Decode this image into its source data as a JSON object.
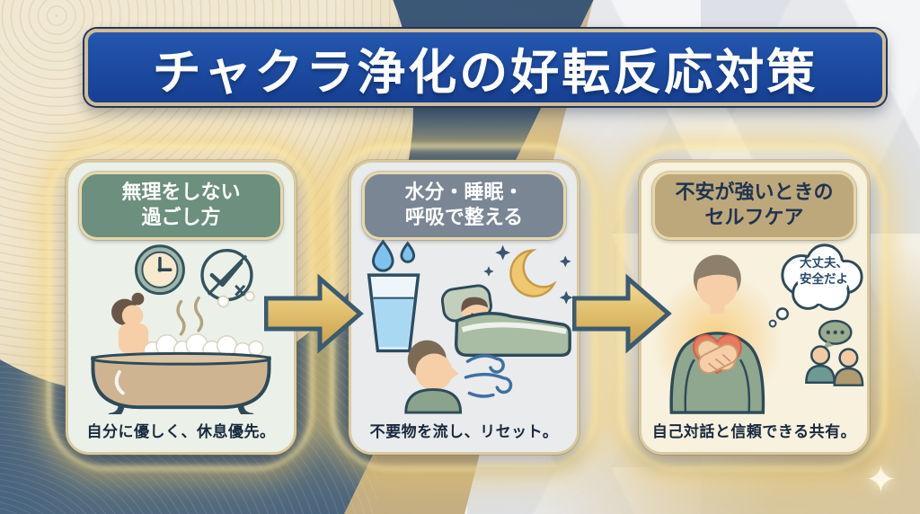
{
  "title": {
    "text": "チャクラ浄化の好転反応対策"
  },
  "cards": [
    {
      "header_line1": "無理をしない",
      "header_line2": "過ごし方",
      "caption": "自分に優しく、休息優先。",
      "icons": [
        "clock-icon",
        "check-x-icon",
        "steam-icon",
        "bath-woman-icon"
      ]
    },
    {
      "header_line1": "水分・睡眠・",
      "header_line2": "呼吸で整える",
      "caption": "不要物を流し、リセット。",
      "icons": [
        "water-drop-icon",
        "water-glass-icon",
        "sleeping-person-icon",
        "moon-icon",
        "stars-icon",
        "breathing-person-icon",
        "wind-icon"
      ]
    },
    {
      "header_line1": "不安が強いときの",
      "header_line2": "セルフケア",
      "caption": "自己対話と信頼できる共有。",
      "thought_bubble": {
        "line1": "大丈夫、",
        "line2": "安全だよ"
      },
      "icons": [
        "self-soothe-person-icon",
        "glowing-heart-icon",
        "thought-bubble-icon",
        "people-pair-icon",
        "speech-bubble-icon"
      ]
    }
  ],
  "decor": {
    "sparkle": "✦"
  },
  "colors": {
    "banner_blue": "#1c4aa0",
    "banner_border": "#cfbe96",
    "navy_background": "#3f5b7c",
    "tan_band": "#c6b28c",
    "cream_corner": "#ede3cc",
    "light_gray": "#e6e8ec",
    "gold_glow": "#f3ce6e",
    "header_sage": "#6d8f7e",
    "header_slate": "#7b8694",
    "header_tan": "#bda87c",
    "card1_bg": "#ebf1e8",
    "card2_bg": "#e9ebec",
    "card3_bg": "#f7f1de",
    "caption_text": "#18293f",
    "arrow_gold": "#d9b35c",
    "heart_red": "#e97a5f"
  }
}
